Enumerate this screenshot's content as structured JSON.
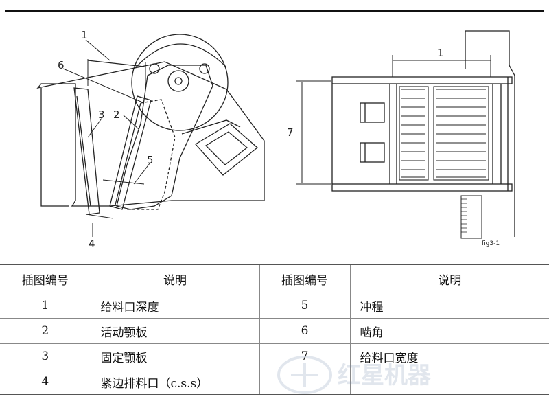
{
  "figure": {
    "callouts": {
      "c1": "1",
      "c2": "2",
      "c3": "3",
      "c4": "4",
      "c5": "5",
      "c6": "6",
      "c1_right": "1",
      "c7": "7"
    },
    "caption": "fig3-1"
  },
  "legend": {
    "headers": [
      "插图编号",
      "说明",
      "插图编号",
      "说明"
    ],
    "rows": [
      {
        "n1": "1",
        "d1": "给料口深度",
        "n2": "5",
        "d2": "冲程"
      },
      {
        "n1": "2",
        "d1": "活动颚板",
        "n2": "6",
        "d2": "啮角"
      },
      {
        "n1": "3",
        "d1": "固定颚板",
        "n2": "7",
        "d2": "给料口宽度"
      },
      {
        "n1": "4",
        "d1": "紧边排料口（c.s.s）",
        "n2": "",
        "d2": ""
      }
    ]
  },
  "watermark": {
    "text": "红星机器"
  }
}
